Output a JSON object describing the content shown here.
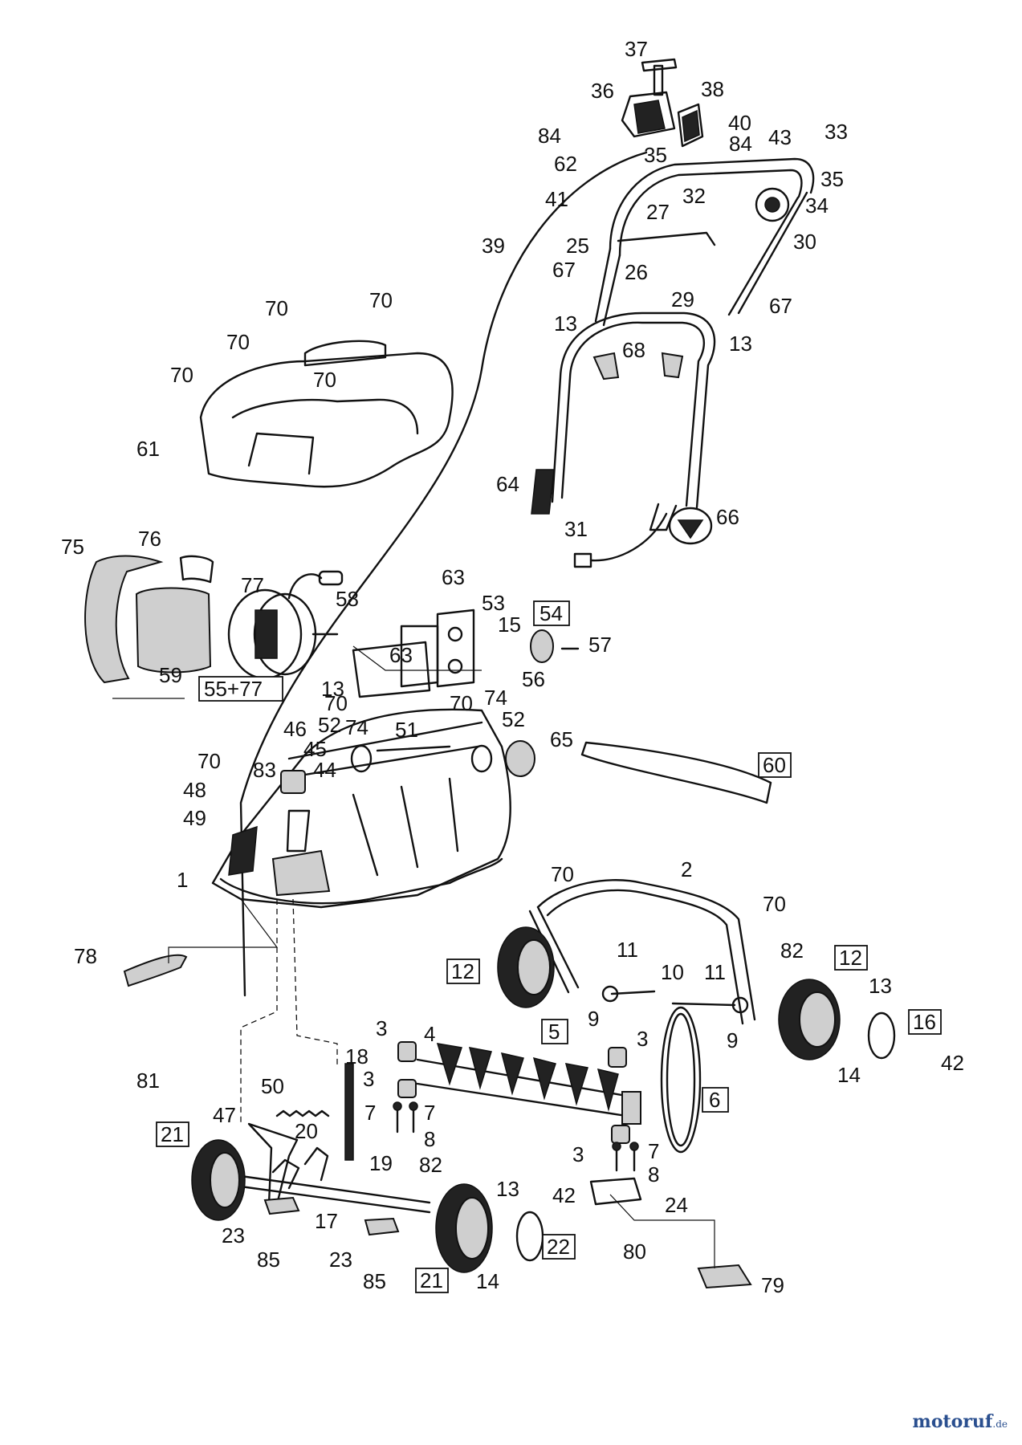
{
  "brand": {
    "name": "motoruf",
    "suffix": ".de"
  },
  "diagram": {
    "labels": {
      "n1": "1",
      "n2": "2",
      "n3": "3",
      "n4": "4",
      "n5": "5",
      "n6": "6",
      "n7": "7",
      "n8": "8",
      "n9": "9",
      "n10": "10",
      "n11": "11",
      "n12": "12",
      "n13": "13",
      "n14": "14",
      "n15": "15",
      "n16": "16",
      "n17": "17",
      "n18": "18",
      "n19": "19",
      "n20": "20",
      "n21": "21",
      "n22": "22",
      "n23": "23",
      "n24": "24",
      "n25": "25",
      "n26": "26",
      "n27": "27",
      "n29": "29",
      "n30": "30",
      "n31": "31",
      "n32": "32",
      "n33": "33",
      "n34": "34",
      "n35": "35",
      "n36": "36",
      "n37": "37",
      "n38": "38",
      "n39": "39",
      "n40": "40",
      "n41": "41",
      "n42": "42",
      "n43": "43",
      "n44": "44",
      "n45": "45",
      "n46": "46",
      "n47": "47",
      "n48": "48",
      "n49": "49",
      "n50": "50",
      "n51": "51",
      "n52": "52",
      "n53": "53",
      "n54": "54",
      "n55_77": "55+77",
      "n56": "56",
      "n57": "57",
      "n58": "58",
      "n59": "59",
      "n60": "60",
      "n61": "61",
      "n62": "62",
      "n63": "63",
      "n64": "64",
      "n65": "65",
      "n66": "66",
      "n67": "67",
      "n68": "68",
      "n70": "70",
      "n74": "74",
      "n75": "75",
      "n76": "76",
      "n77": "77",
      "n78": "78",
      "n79": "79",
      "n80": "80",
      "n81": "81",
      "n82": "82",
      "n83": "83",
      "n84": "84",
      "n85": "85"
    }
  }
}
